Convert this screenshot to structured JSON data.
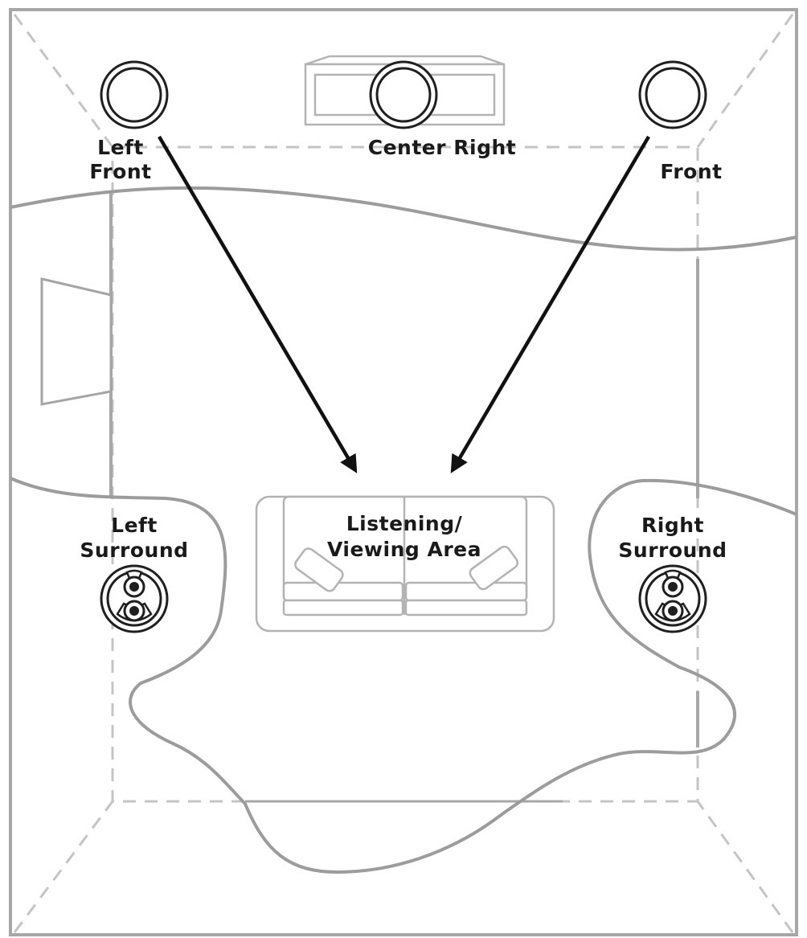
{
  "labels": {
    "left_front_line1": "Left",
    "left_front_line2": "Front",
    "center": "Center Right",
    "right_front": "Front",
    "listening_line1": "Listening/",
    "listening_line2": "Viewing Area",
    "left_surround_line1": "Left",
    "left_surround_line2": "Surround",
    "right_surround_line1": "Right",
    "right_surround_line2": "Surround"
  },
  "icons": {
    "front_speaker": "round-speaker-icon",
    "surround_speaker": "dual-driver-speaker-icon",
    "tv": "tv-screen-icon",
    "sofa": "sofa-icon",
    "window": "window-icon"
  },
  "colors": {
    "walls": "#a7a7a7",
    "speakers": "#1f1f1f",
    "arrows": "#111111"
  }
}
